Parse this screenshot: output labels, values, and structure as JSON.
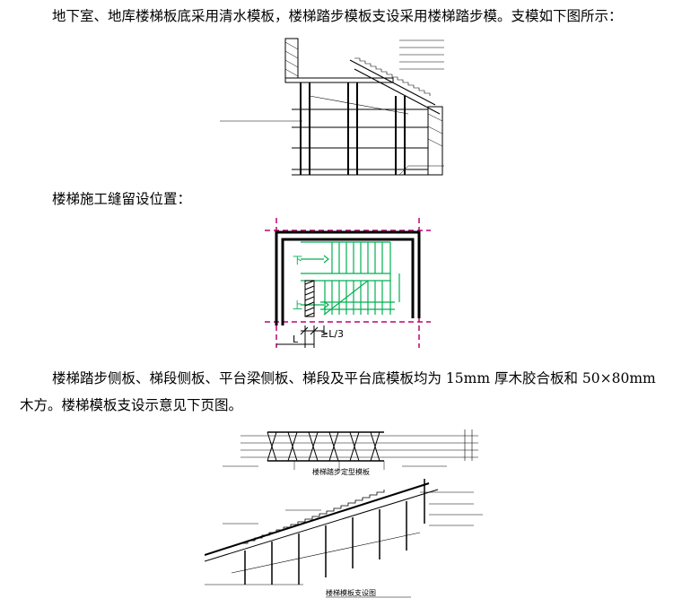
{
  "paragraphs": {
    "p1": "地下室、地库楼梯板底采用清水模板，楼梯踏步模板支设采用楼梯踏步模。支模如下图所示：",
    "p2": "楼梯施工缝留设位置：",
    "p3_line1": "楼梯踏步侧板、梯段侧板、平台梁侧板、梯段及平台底模板均为 15mm 厚木胶合板和 50×80mm",
    "p3_line2": "木方。楼梯模板支设示意见下页图。"
  },
  "figure2": {
    "label_down": "下",
    "label_up": "上",
    "dim_l": "L",
    "dim_l3": "≥L/3"
  },
  "figure3": {
    "title_top": "楼梯踏步定型模板",
    "title_bottom": "楼梯模板支设图"
  },
  "colors": {
    "stair_green": "#00b050",
    "dash_magenta": "#c0007a",
    "text": "#000000"
  }
}
